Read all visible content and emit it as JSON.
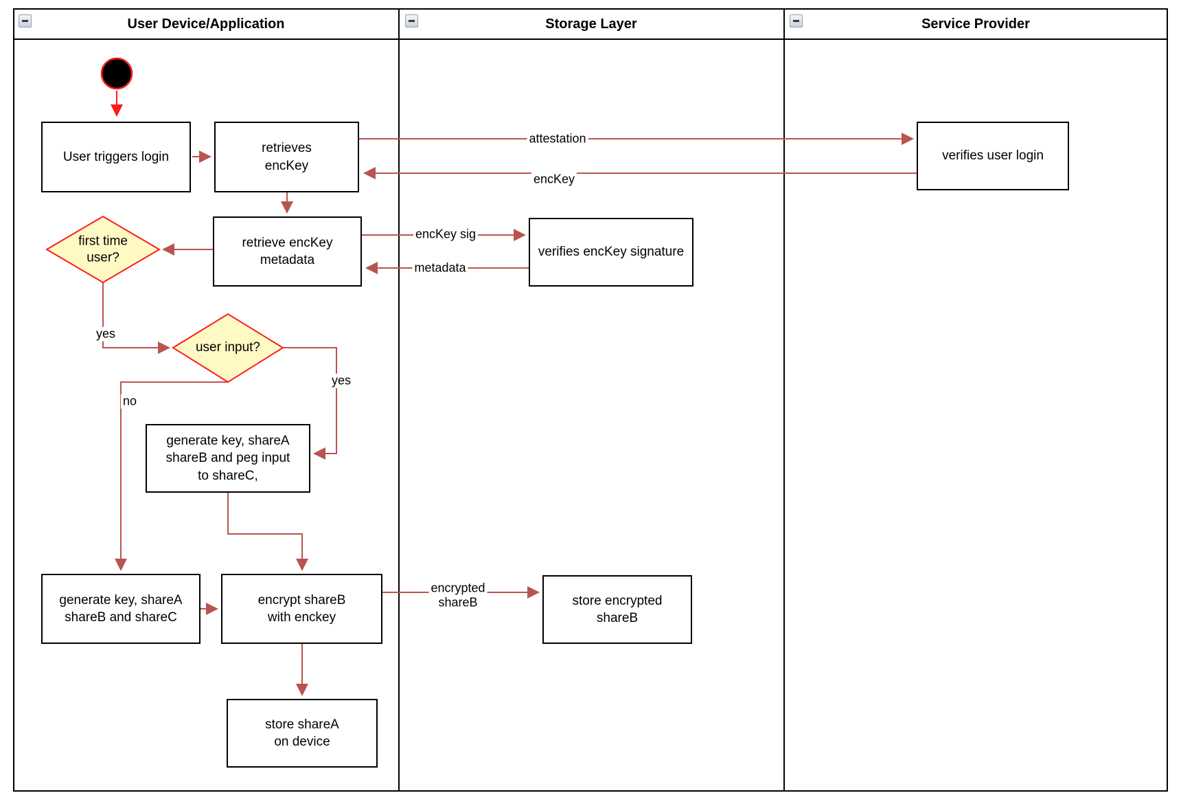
{
  "diagram": {
    "lanes": [
      {
        "title": "User Device/Application"
      },
      {
        "title": "Storage Layer"
      },
      {
        "title": "Service Provider"
      }
    ],
    "nodes": {
      "user_triggers_login": "User triggers login",
      "retrieves_enckey": "retrieves\nencKey",
      "verifies_user_login": "verifies user login",
      "retrieve_enckey_metadata": "retrieve encKey\nmetadata",
      "verifies_enckey_signature": "verifies encKey signature",
      "first_time_user": "first time\nuser?",
      "user_input": "user input?",
      "generate_key_peg": "generate key, shareA\nshareB and peg input\nto shareC,",
      "generate_key_abc": "generate key, shareA\nshareB and shareC",
      "encrypt_shareb": "encrypt shareB\nwith enckey",
      "store_encrypted_shareb": "store encrypted\nshareB",
      "store_sharea": "store shareA\non device"
    },
    "edge_labels": {
      "attestation": "attestation",
      "enckey": "encKey",
      "enckey_sig": "encKey sig",
      "metadata": "metadata",
      "yes_first_time": "yes",
      "yes_user_input": "yes",
      "no_user_input": "no",
      "encrypted_shareb": "encrypted\nshareB"
    },
    "colors": {
      "arrow": "#B85450",
      "start_red": "#FF1A1A",
      "decision_fill": "#FFF9C4",
      "node_border": "#000000",
      "background": "#FFFFFF"
    }
  }
}
